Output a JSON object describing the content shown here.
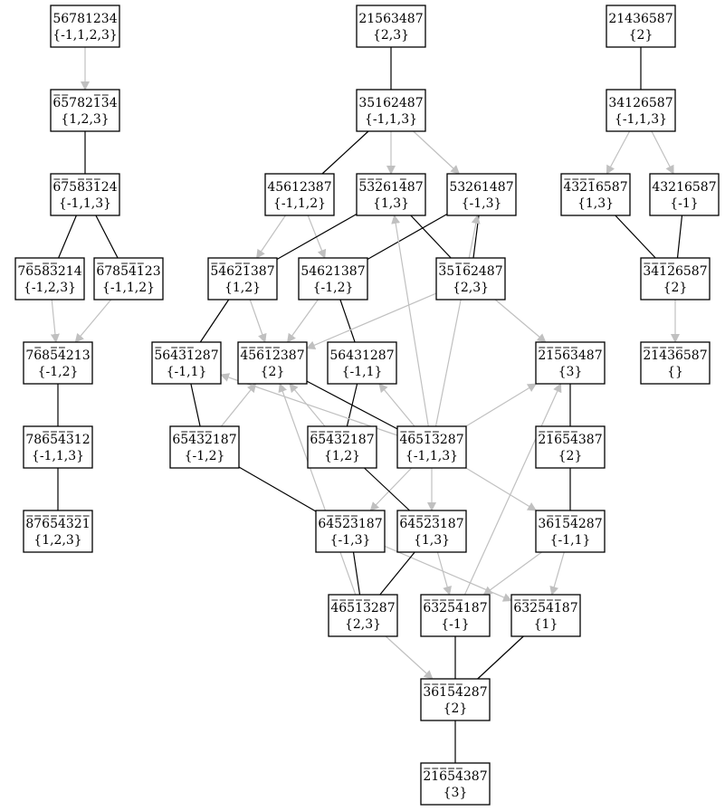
{
  "colors": {
    "cover_edge": "#000000",
    "arrow_edge": "#c0c0c0",
    "node_stroke": "#000000",
    "background": "#ffffff"
  },
  "nodes": [
    {
      "id": "n01",
      "top": "56781234",
      "bottom": "{-1,1,2,3}",
      "bars": []
    },
    {
      "id": "n02",
      "top": "21563487",
      "bottom": "{2,3}",
      "bars": []
    },
    {
      "id": "n03",
      "top": "21436587",
      "bottom": "{2}",
      "bars": []
    },
    {
      "id": "n04",
      "top": "65782134",
      "bottom": "{1,2,3}",
      "bars": [
        0,
        1,
        5,
        6
      ]
    },
    {
      "id": "n05",
      "top": "35162487",
      "bottom": "{-1,1,3}",
      "bars": []
    },
    {
      "id": "n06",
      "top": "34126587",
      "bottom": "{-1,1,3}",
      "bars": []
    },
    {
      "id": "n07",
      "top": "67583124",
      "bottom": "{-1,1,3}",
      "bars": [
        0,
        1,
        3,
        4,
        5
      ]
    },
    {
      "id": "n08",
      "top": "45612387",
      "bottom": "{-1,1,2}",
      "bars": []
    },
    {
      "id": "n09",
      "top": "53261487",
      "bottom": "{1,3}",
      "bars": [
        0,
        1,
        2,
        5
      ]
    },
    {
      "id": "n10",
      "top": "53261487",
      "bottom": "{-1,3}",
      "bars": []
    },
    {
      "id": "n11",
      "top": "43216587",
      "bottom": "{1,3}",
      "bars": [
        0,
        1,
        2,
        3
      ]
    },
    {
      "id": "n12",
      "top": "43216587",
      "bottom": "{-1}",
      "bars": []
    },
    {
      "id": "n13",
      "top": "76583214",
      "bottom": "{-1,2,3}",
      "bars": [
        1,
        3,
        4
      ]
    },
    {
      "id": "n14",
      "top": "67854123",
      "bottom": "{-1,1,2}",
      "bars": [
        0,
        3,
        4,
        5
      ]
    },
    {
      "id": "n15",
      "top": "54621387",
      "bottom": "{1,2}",
      "bars": [
        0,
        1,
        3,
        4
      ]
    },
    {
      "id": "n16",
      "top": "54621387",
      "bottom": "{-1,2}",
      "bars": []
    },
    {
      "id": "n17",
      "top": "35162487",
      "bottom": "{2,3}",
      "bars": [
        0,
        2,
        3
      ]
    },
    {
      "id": "n18",
      "top": "34126587",
      "bottom": "{2}",
      "bars": [
        0,
        1,
        2,
        3
      ]
    },
    {
      "id": "n19",
      "top": "76854213",
      "bottom": "{-1,2}",
      "bars": [
        1,
        3,
        4
      ]
    },
    {
      "id": "n20",
      "top": "56431287",
      "bottom": "{-1,1}",
      "bars": [
        0,
        2,
        3,
        4
      ]
    },
    {
      "id": "n21",
      "top": "45612387",
      "bottom": "{2}",
      "bars": [
        0,
        1,
        2,
        3,
        4
      ]
    },
    {
      "id": "n22",
      "top": "56431287",
      "bottom": "{-1,1}",
      "bars": []
    },
    {
      "id": "n23",
      "top": "21563487",
      "bottom": "{3}",
      "bars": [
        0,
        1,
        2,
        3,
        4
      ]
    },
    {
      "id": "n24",
      "top": "21436587",
      "bottom": "{}",
      "bars": [
        0,
        1,
        2,
        3,
        4
      ]
    },
    {
      "id": "n25",
      "top": "65432187",
      "bottom": "{-1,2}",
      "bars": [
        1,
        2,
        3,
        4
      ]
    },
    {
      "id": "n26",
      "top": "65432187",
      "bottom": "{1,2}",
      "bars": [
        0,
        1,
        2,
        3,
        4
      ]
    },
    {
      "id": "n27",
      "top": "46513287",
      "bottom": "{-1,1,3}",
      "bars": [
        0,
        1,
        3,
        4
      ]
    },
    {
      "id": "n28",
      "top": "78654312",
      "bottom": "{-1,1,3}",
      "bars": [
        2,
        3,
        4,
        5
      ]
    },
    {
      "id": "n29",
      "top": "21654387",
      "bottom": "{2}",
      "bars": [
        0,
        1,
        2,
        3,
        4
      ]
    },
    {
      "id": "n30",
      "top": "64523187",
      "bottom": "{-1,3}",
      "bars": [
        1,
        2,
        3,
        4
      ]
    },
    {
      "id": "n31",
      "top": "64523187",
      "bottom": "{1,3}",
      "bars": [
        0,
        1,
        2,
        3,
        4
      ]
    },
    {
      "id": "n32",
      "top": "36154287",
      "bottom": "{-1,1}",
      "bars": [
        1,
        2,
        3,
        4
      ]
    },
    {
      "id": "n33",
      "top": "87654321",
      "bottom": "{1,2,3}",
      "bars": [
        0,
        1,
        2,
        3,
        4,
        5,
        6,
        7
      ]
    },
    {
      "id": "n34",
      "top": "46513287",
      "bottom": "{2,3}",
      "bars": [
        0,
        1,
        2,
        3,
        4
      ]
    },
    {
      "id": "n35",
      "top": "63254187",
      "bottom": "{-1}",
      "bars": [
        0,
        1,
        2,
        3,
        4
      ]
    },
    {
      "id": "n36",
      "top": "63254187",
      "bottom": "{1}",
      "bars": [
        0,
        1,
        2,
        3,
        4,
        5
      ]
    },
    {
      "id": "n37",
      "top": "36154287",
      "bottom": "{2}",
      "bars": [
        0,
        1,
        2,
        3,
        4
      ]
    },
    {
      "id": "n38",
      "top": "21654387",
      "bottom": "{3}",
      "bars": [
        0,
        1,
        2,
        3,
        4
      ]
    }
  ],
  "edges": [
    {
      "from": "n01",
      "to": "n04",
      "kind": "arrow"
    },
    {
      "from": "n04",
      "to": "n07",
      "kind": "cover"
    },
    {
      "from": "n07",
      "to": "n13",
      "kind": "cover"
    },
    {
      "from": "n07",
      "to": "n14",
      "kind": "cover"
    },
    {
      "from": "n13",
      "to": "n19",
      "kind": "arrow"
    },
    {
      "from": "n14",
      "to": "n19",
      "kind": "arrow"
    },
    {
      "from": "n19",
      "to": "n28",
      "kind": "cover"
    },
    {
      "from": "n28",
      "to": "n33",
      "kind": "cover"
    },
    {
      "from": "n02",
      "to": "n05",
      "kind": "cover"
    },
    {
      "from": "n05",
      "to": "n08",
      "kind": "cover"
    },
    {
      "from": "n05",
      "to": "n09",
      "kind": "arrow"
    },
    {
      "from": "n05",
      "to": "n10",
      "kind": "arrow"
    },
    {
      "from": "n08",
      "to": "n15",
      "kind": "arrow"
    },
    {
      "from": "n08",
      "to": "n16",
      "kind": "arrow"
    },
    {
      "from": "n09",
      "to": "n15",
      "kind": "cover"
    },
    {
      "from": "n09",
      "to": "n17",
      "kind": "cover"
    },
    {
      "from": "n10",
      "to": "n16",
      "kind": "cover"
    },
    {
      "from": "n10",
      "to": "n17",
      "kind": "cover"
    },
    {
      "from": "n15",
      "to": "n20",
      "kind": "cover"
    },
    {
      "from": "n15",
      "to": "n21",
      "kind": "arrow"
    },
    {
      "from": "n16",
      "to": "n21",
      "kind": "arrow"
    },
    {
      "from": "n16",
      "to": "n22",
      "kind": "cover"
    },
    {
      "from": "n17",
      "to": "n21",
      "kind": "arrow"
    },
    {
      "from": "n17",
      "to": "n23",
      "kind": "arrow"
    },
    {
      "from": "n20",
      "to": "n25",
      "kind": "cover"
    },
    {
      "from": "n21",
      "to": "n27",
      "kind": "cover"
    },
    {
      "from": "n25",
      "to": "n21",
      "kind": "arrow"
    },
    {
      "from": "n26",
      "to": "n21",
      "kind": "arrow"
    },
    {
      "from": "n22",
      "to": "n26",
      "kind": "cover"
    },
    {
      "from": "n27",
      "to": "n20",
      "kind": "arrow"
    },
    {
      "from": "n27",
      "to": "n22",
      "kind": "arrow"
    },
    {
      "from": "n27",
      "to": "n09",
      "kind": "arrow"
    },
    {
      "from": "n27",
      "to": "n10",
      "kind": "arrow"
    },
    {
      "from": "n27",
      "to": "n23",
      "kind": "arrow"
    },
    {
      "from": "n27",
      "to": "n30",
      "kind": "arrow"
    },
    {
      "from": "n27",
      "to": "n31",
      "kind": "arrow"
    },
    {
      "from": "n27",
      "to": "n32",
      "kind": "arrow"
    },
    {
      "from": "n23",
      "to": "n29",
      "kind": "cover"
    },
    {
      "from": "n29",
      "to": "n32",
      "kind": "cover"
    },
    {
      "from": "n25",
      "to": "n30",
      "kind": "cover"
    },
    {
      "from": "n26",
      "to": "n31",
      "kind": "cover"
    },
    {
      "from": "n30",
      "to": "n34",
      "kind": "cover"
    },
    {
      "from": "n30",
      "to": "n36",
      "kind": "arrow"
    },
    {
      "from": "n31",
      "to": "n34",
      "kind": "cover"
    },
    {
      "from": "n31",
      "to": "n35",
      "kind": "arrow"
    },
    {
      "from": "n32",
      "to": "n35",
      "kind": "arrow"
    },
    {
      "from": "n32",
      "to": "n36",
      "kind": "arrow"
    },
    {
      "from": "n34",
      "to": "n21",
      "kind": "arrow"
    },
    {
      "from": "n35",
      "to": "n23",
      "kind": "arrow"
    },
    {
      "from": "n34",
      "to": "n37",
      "kind": "arrow"
    },
    {
      "from": "n35",
      "to": "n37",
      "kind": "cover"
    },
    {
      "from": "n36",
      "to": "n37",
      "kind": "cover"
    },
    {
      "from": "n37",
      "to": "n38",
      "kind": "cover"
    },
    {
      "from": "n03",
      "to": "n06",
      "kind": "cover"
    },
    {
      "from": "n06",
      "to": "n11",
      "kind": "arrow"
    },
    {
      "from": "n06",
      "to": "n12",
      "kind": "arrow"
    },
    {
      "from": "n11",
      "to": "n18",
      "kind": "cover"
    },
    {
      "from": "n12",
      "to": "n18",
      "kind": "cover"
    },
    {
      "from": "n18",
      "to": "n24",
      "kind": "arrow"
    }
  ]
}
